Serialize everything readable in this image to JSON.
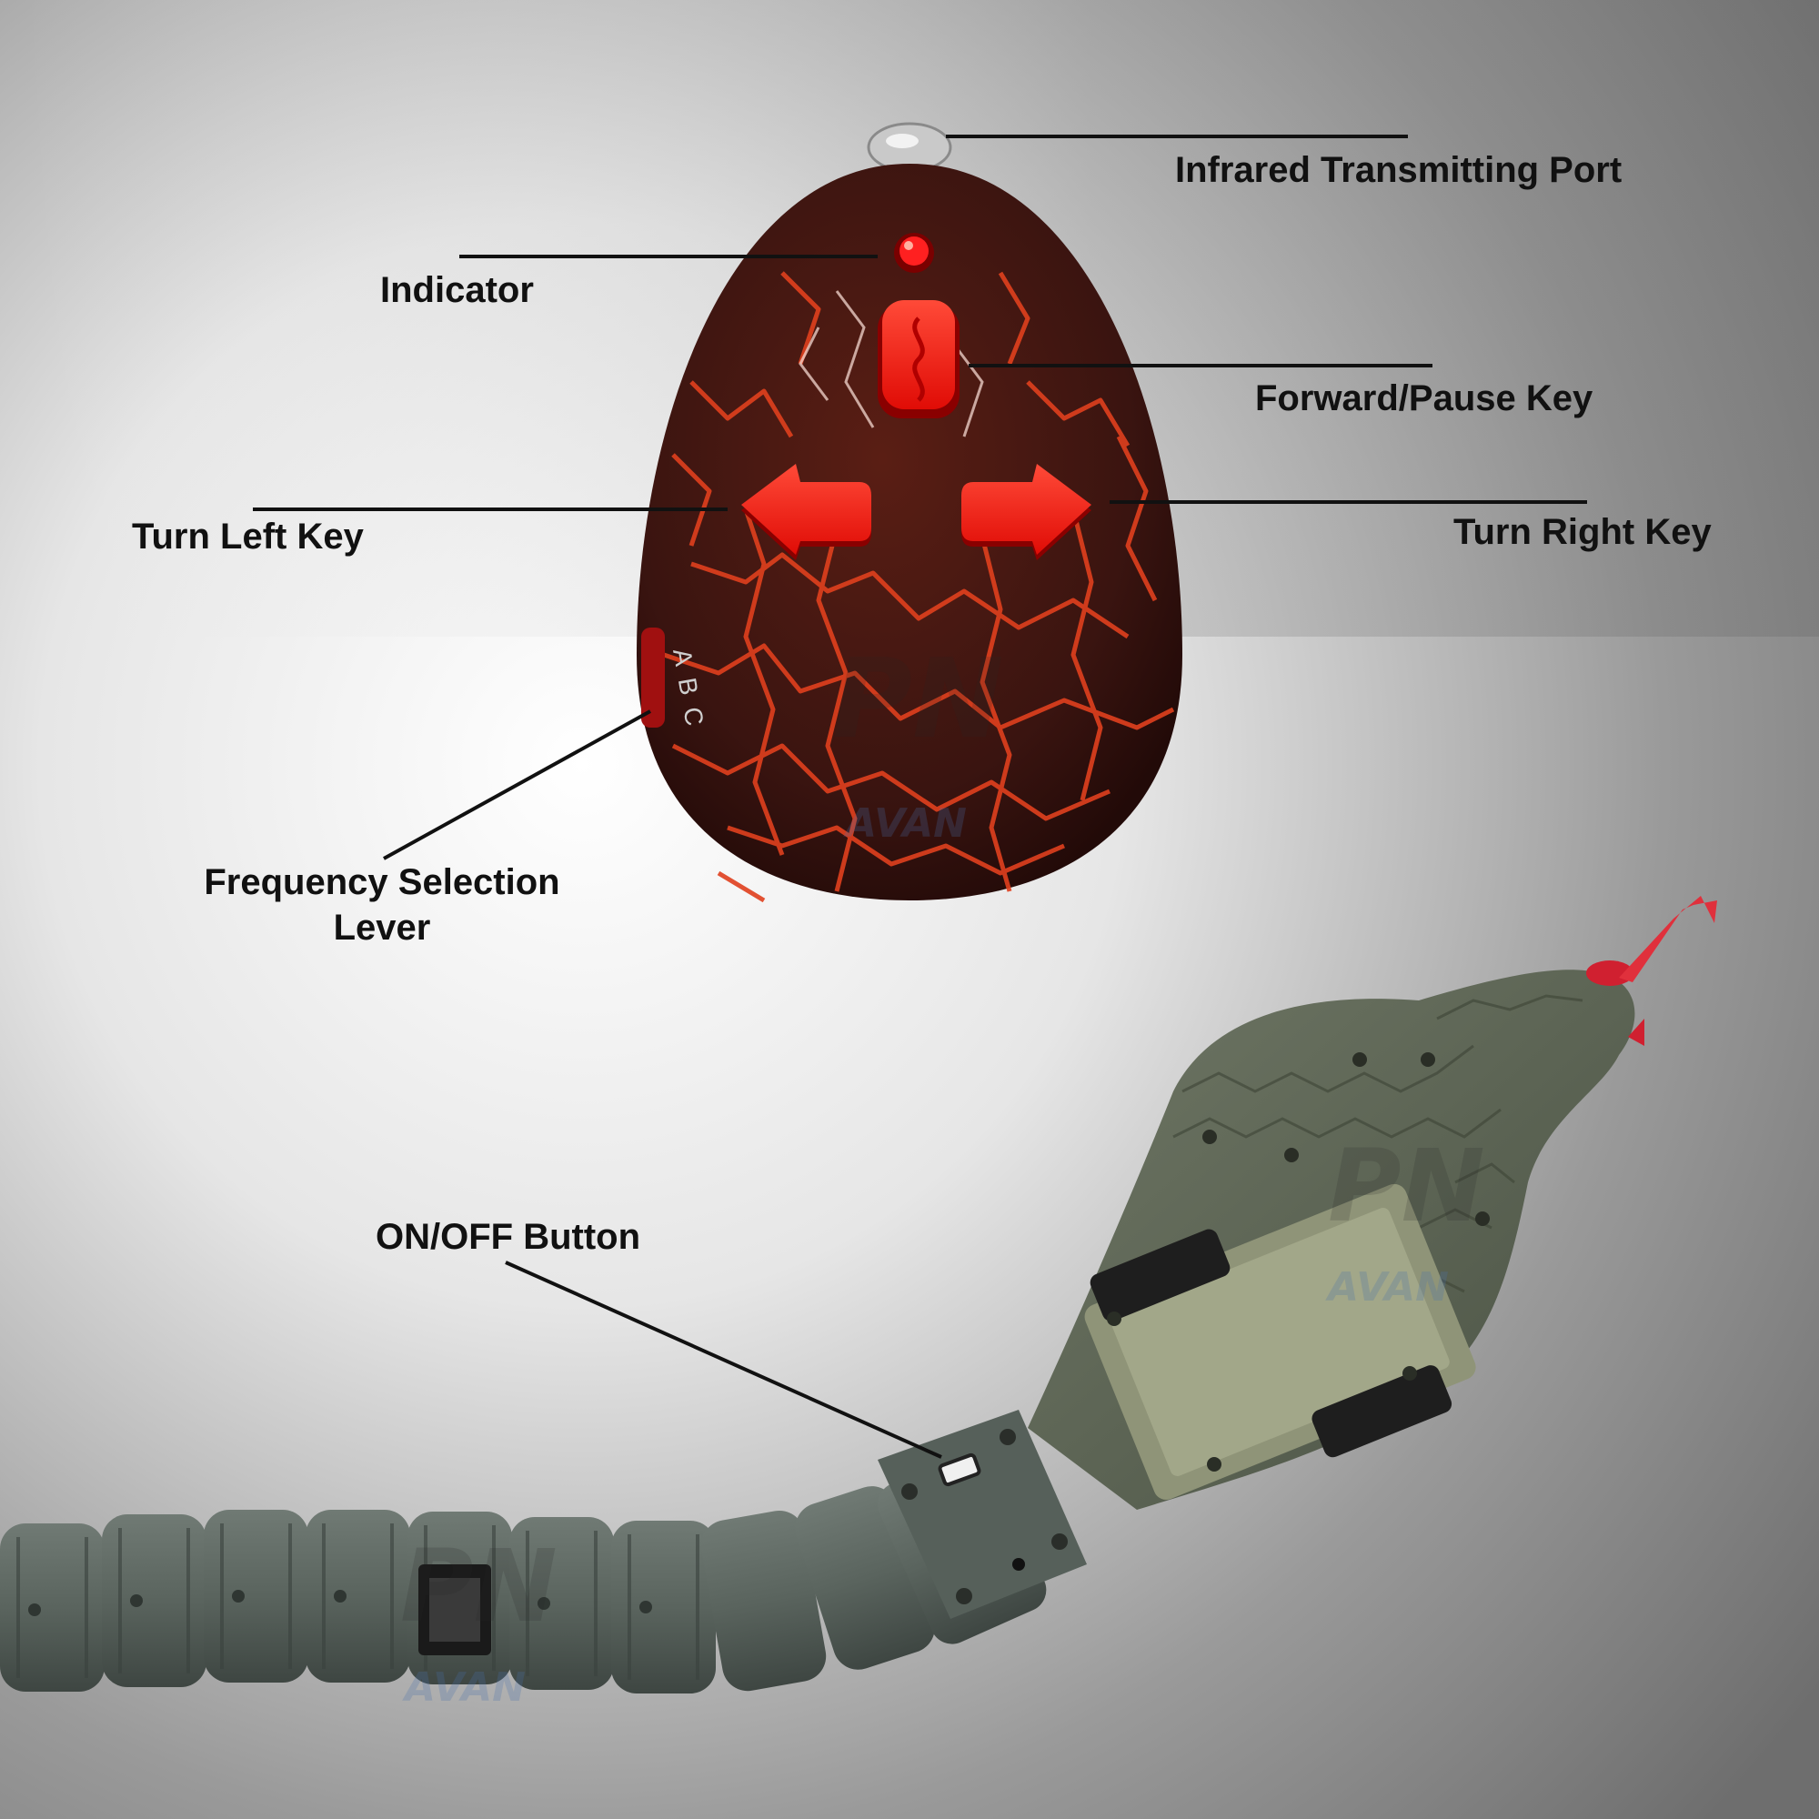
{
  "labels": {
    "infrared": "Infrared Transmitting Port",
    "indicator": "Indicator",
    "forward_pause": "Forward/Pause Key",
    "turn_left": "Turn Left Key",
    "turn_right": "Turn Right Key",
    "frequency_line1": "Frequency Selection",
    "frequency_line2": "Lever",
    "on_off": "ON/OFF Button"
  },
  "remote_switch_marks": "ABC",
  "watermark": {
    "logo": "PN",
    "brand": "AVAN"
  },
  "colors": {
    "label_text": "#111111",
    "leader_line": "#111111",
    "remote_body": "#3a1410",
    "remote_cracks": "#e0401e",
    "remote_keys": "#ff1a10",
    "snake_body": "#5c6660",
    "snake_head": "#5e6652",
    "snake_tongue": "#e0303c"
  },
  "icons": [
    "arrow-left-icon",
    "arrow-right-icon",
    "wave-icon",
    "led-icon"
  ]
}
